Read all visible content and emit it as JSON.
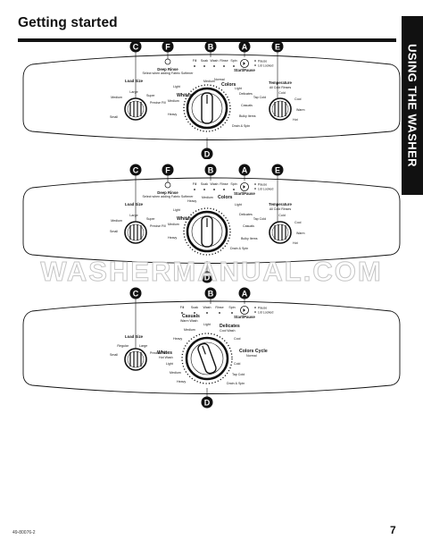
{
  "header": {
    "title": "Getting started"
  },
  "side_tab": {
    "label": "USING THE WASHER"
  },
  "watermark": "WASHERMANUAL.COM",
  "footer": {
    "doc_code": "49-80076-2",
    "page_number": "7"
  },
  "callouts": {
    "A": "A",
    "B": "B",
    "C": "C",
    "D": "D",
    "E": "E",
    "F": "F"
  },
  "panels": [
    {
      "cycle_status": [
        "Fill",
        "Soak",
        "Wash",
        "Rinse",
        "Spin"
      ],
      "start_pause": {
        "title": "Start/Pause",
        "options": [
          "Pause",
          "Lid Locked"
        ]
      },
      "deep_rinse": {
        "title": "Deep Rinse",
        "subtitle": "Select when adding Fabric Softener"
      },
      "load_size": {
        "title": "Load Size",
        "settings": [
          "Small",
          "Medium",
          "Large",
          "Super",
          "Precise Fill"
        ]
      },
      "temperature": {
        "title": "Temperature",
        "subtitle": "All Cold Rinses",
        "settings": [
          "Tap Cold",
          "Cold",
          "Cool",
          "Warm",
          "Hot"
        ]
      },
      "cycles": {
        "whites": "Whites",
        "colors": "Colors",
        "colors_top": "Medium",
        "whites_settings": [
          "Light",
          "Medium",
          "Heavy"
        ],
        "colors_settings": [
          "Normal",
          "Light"
        ],
        "right_settings": [
          "Delicates",
          "Casuals",
          "Bulky Items",
          "Drain & Spin"
        ]
      }
    },
    {
      "cycle_status": [
        "Fill",
        "Soak",
        "Wash",
        "Rinse",
        "Spin"
      ],
      "start_pause": {
        "title": "Start/Pause",
        "options": [
          "Pause",
          "Lid Locked"
        ]
      },
      "deep_rinse": {
        "title": "Deep Rinse",
        "subtitle": "Select when adding Fabric Softener"
      },
      "load_size": {
        "title": "Load Size",
        "settings": [
          "Small",
          "Medium",
          "Large",
          "Super",
          "Precise Fill"
        ]
      },
      "temperature": {
        "title": "Temperature",
        "subtitle": "All Cold Rinses",
        "settings": [
          "Tap Cold",
          "Cold",
          "Cool",
          "Warm",
          "Hot"
        ]
      },
      "cycles": {
        "whites": "Whites",
        "colors": "Colors",
        "colors_top": "Medium",
        "whites_settings": [
          "Light",
          "Medium",
          "Heavy"
        ],
        "colors_settings": [
          "Heavy",
          "Light"
        ],
        "right_settings": [
          "Delicates",
          "Casuals",
          "Bulky Items",
          "Drain & Spin"
        ]
      }
    },
    {
      "cycle_status": [
        "Fill",
        "Soak",
        "Wash",
        "Rinse",
        "Spin"
      ],
      "start_pause": {
        "title": "Start/Pause",
        "options": [
          "Pause",
          "Lid Locked"
        ]
      },
      "load_size": {
        "title": "Load Size",
        "settings": [
          "Small",
          "Regular",
          "Large",
          "Precise Fill"
        ]
      },
      "cycles": {
        "casuals": "Casuals",
        "casuals_sub": "Warm Wash",
        "whites": "Whites",
        "whites_sub": "Hot Wash",
        "delicates": "Delicates",
        "delicates_sub": "Cool Wash",
        "colors_cycle": "Colors Cycle",
        "colors_cycle_sub": "Normal",
        "top_settings": [
          "Medium",
          "Light"
        ],
        "left_settings": [
          "Heavy",
          "Light",
          "Medium",
          "Heavy"
        ],
        "right_settings": [
          "Cool",
          "Cold",
          "Tap Cold",
          "Drain & Spin"
        ]
      }
    }
  ]
}
